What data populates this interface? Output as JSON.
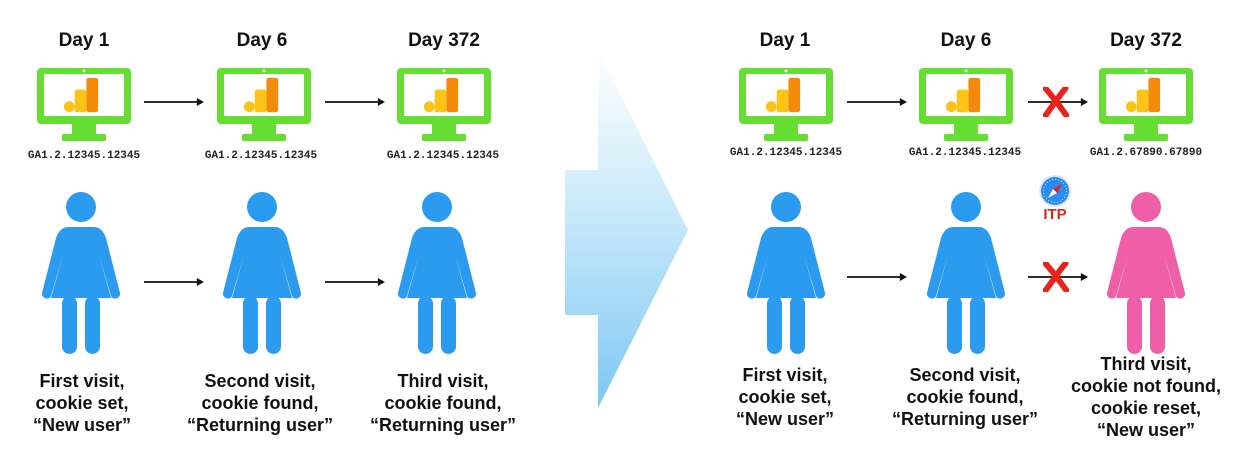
{
  "colors": {
    "monitor": "#66dd33",
    "analytics_dark": "#f48a0a",
    "analytics_light": "#fbc417",
    "person_default": "#2b9bef",
    "person_new": "#ef5fa7",
    "arrow": "#111111",
    "blocked": "#e8231c",
    "itp_label": "#d4281e"
  },
  "icons": {
    "monitor": "computer-monitor-icon",
    "analytics": "google-analytics-logo-icon",
    "person": "woman-person-icon",
    "blocked": "red-x-icon",
    "safari": "safari-compass-icon"
  },
  "before": {
    "steps": [
      {
        "day": "Day 1",
        "cookie_id": "GA1.2.12345.12345",
        "caption": [
          "First visit,",
          "cookie set,",
          "“New user”"
        ]
      },
      {
        "day": "Day 6",
        "cookie_id": "GA1.2.12345.12345",
        "caption": [
          "Second visit,",
          "cookie found,",
          "“Returning user”"
        ]
      },
      {
        "day": "Day 372",
        "cookie_id": "GA1.2.12345.12345",
        "caption": [
          "Third visit,",
          "cookie found,",
          "“Returning user”"
        ]
      }
    ]
  },
  "after": {
    "itp_label": "ITP",
    "steps": [
      {
        "day": "Day 1",
        "cookie_id": "GA1.2.12345.12345",
        "caption": [
          "First visit,",
          "cookie set,",
          "“New user”"
        ]
      },
      {
        "day": "Day 6",
        "cookie_id": "GA1.2.12345.12345",
        "caption": [
          "Second visit,",
          "cookie found,",
          "“Returning user”"
        ]
      },
      {
        "day": "Day 372",
        "cookie_id": "GA1.2.67890.67890",
        "caption": [
          "Third visit,",
          "cookie not found,",
          "cookie reset,",
          "“New user”"
        ]
      }
    ]
  }
}
